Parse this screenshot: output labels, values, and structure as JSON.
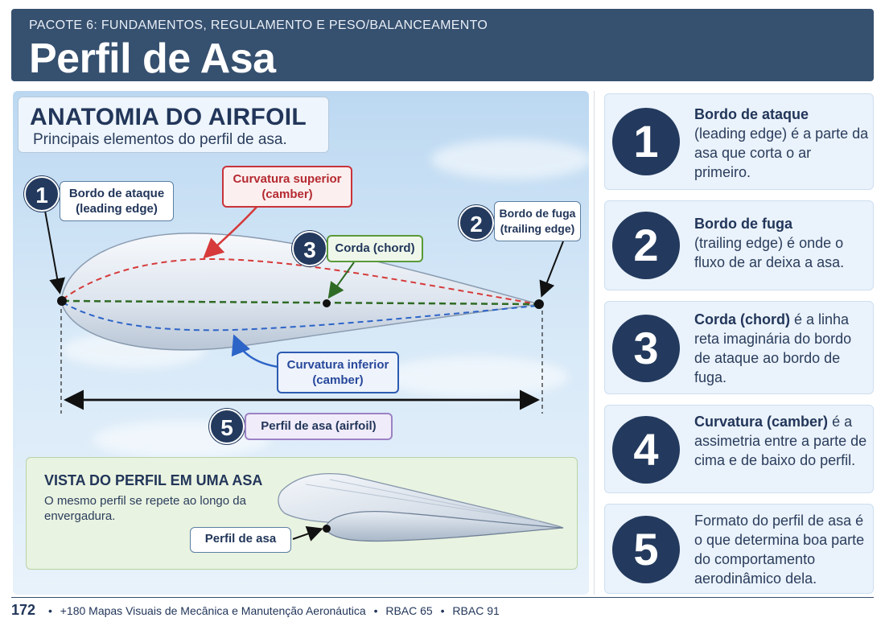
{
  "header": {
    "package": "PACOTE 6: FUNDAMENTOS, REGULAMENTO E PESO/BALANCEAMENTO",
    "title": "Perfil de Asa"
  },
  "anatomy": {
    "title": "ANATOMIA DO AIRFOIL",
    "subtitle": "Principais elementos do perfil de asa."
  },
  "labels": {
    "leading_edge": {
      "num": "1",
      "line1": "Bordo de ataque",
      "line2": "(leading edge)"
    },
    "trailing_edge": {
      "num": "2",
      "line1": "Bordo de fuga",
      "line2": "(trailing edge)"
    },
    "chord": {
      "num": "3",
      "text": "Corda (chord)"
    },
    "upper_camber": {
      "line1": "Curvatura superior",
      "line2": "(camber)"
    },
    "lower_camber": {
      "line1": "Curvatura inferior",
      "line2": "(camber)"
    },
    "airfoil": {
      "num": "5",
      "text": "Perfil de asa (airfoil)"
    }
  },
  "wing_view": {
    "title": "VISTA DO PERFIL EM UMA ASA",
    "description": "O mesmo perfil se repete ao longo da envergadura.",
    "label": "Perfil de asa"
  },
  "cards": [
    {
      "num": "1",
      "bold": "Bordo de ataque",
      "text": "(leading edge) é a parte da asa que corta o ar primeiro."
    },
    {
      "num": "2",
      "bold": "Bordo de fuga",
      "text": "(trailing edge) é onde o fluxo de ar deixa a asa."
    },
    {
      "num": "3",
      "bold": "Corda (chord)",
      "text": "é a linha reta imaginária do bordo de ataque ao bordo de fuga."
    },
    {
      "num": "4",
      "bold": "Curvatura (camber)",
      "text": "é a assimetria entre a parte de cima e de baixo do perfil."
    },
    {
      "num": "5",
      "bold": "",
      "text": "Formato do perfil de asa é o que determina boa parte do comportamento aerodinâmico dela."
    }
  ],
  "footer": {
    "page": "172",
    "book": "+180 Mapas Visuais de Mecânica e Manutenção Aeronáutica",
    "ref1": "RBAC 65",
    "ref2": "RBAC 91"
  },
  "colors": {
    "header_bg": "#36506f",
    "navy": "#233a5e",
    "upper_camber": "#d63a3a",
    "lower_camber": "#2d64c8",
    "chord": "#2f6b24"
  }
}
